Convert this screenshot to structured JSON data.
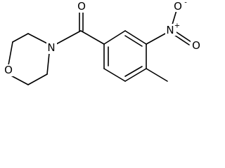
{
  "diagram": {
    "type": "chemical-structure",
    "atoms": {
      "carbonyl_oxygen": "O",
      "morpholine_nitrogen": "N",
      "morpholine_oxygen": "O",
      "nitro_nitrogen": "N",
      "nitro_nitrogen_charge": "+",
      "nitro_oxygen_single": "O",
      "nitro_oxygen_single_charge": "-",
      "nitro_oxygen_double": "O"
    }
  }
}
